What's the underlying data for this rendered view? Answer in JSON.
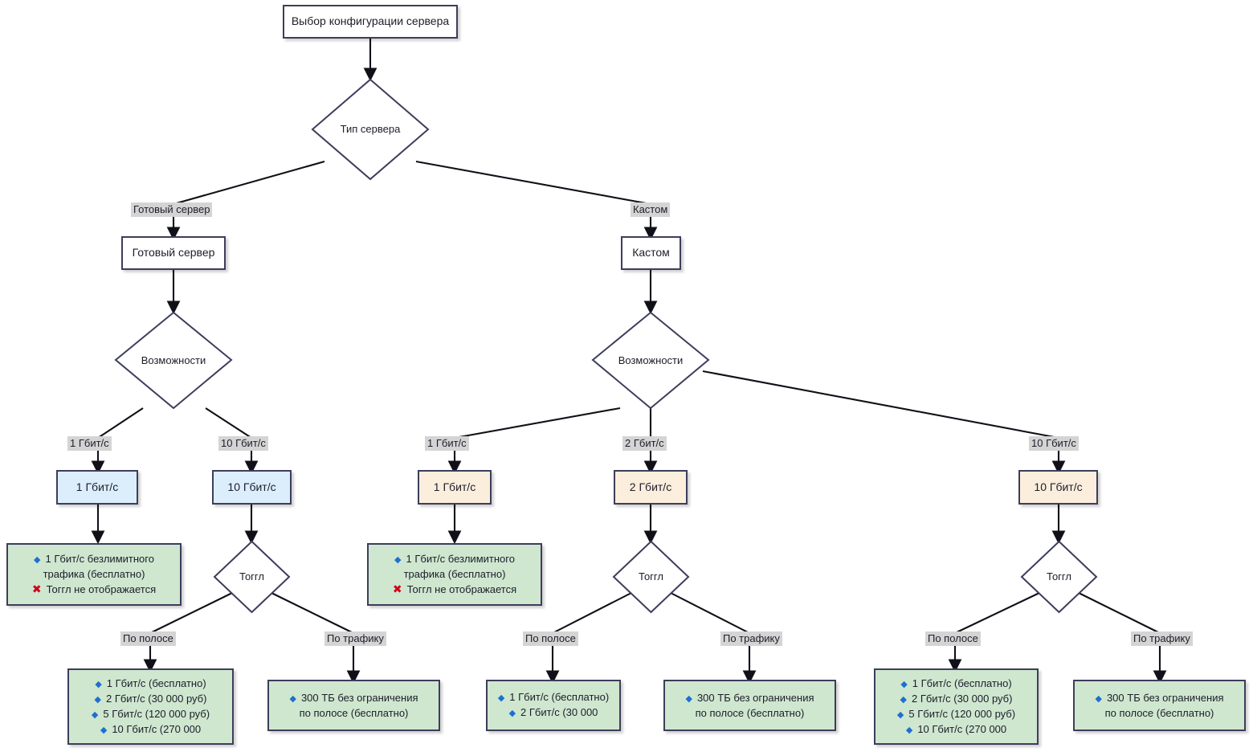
{
  "diagram": {
    "title": "Выбор конфигурации сервера",
    "colors": {
      "border": "#3d3d5c",
      "blue_fill": "#dceefb",
      "orange_fill": "#fbeedc",
      "green_fill": "#cfe7cf",
      "edge_label_bg": "#d4d4d4",
      "bullet_blue": "#1f6fd0",
      "cross_red": "#d0021b"
    },
    "nodes": {
      "root": "Выбор конфигурации сервера",
      "server_type": "Тип сервера",
      "ready_label": "Готовый сервер",
      "ready_box": "Готовый сервер",
      "custom_label": "Кастом",
      "custom_box": "Кастом",
      "capabilities_left": "Возможности",
      "capabilities_right": "Возможности",
      "ready_1g_label": "1 Гбит/с",
      "ready_1g_box": "1 Гбит/с",
      "ready_10g_label": "10 Гбит/с",
      "ready_10g_box": "10 Гбит/с",
      "custom_1g_label": "1 Гбит/с",
      "custom_1g_box": "1 Гбит/с",
      "custom_2g_label": "2 Гбит/с",
      "custom_2g_box": "2 Гбит/с",
      "custom_10g_label": "10 Гбит/с",
      "custom_10g_box": "10 Гбит/с",
      "toggle_ready": "Тоггл",
      "toggle_custom2": "Тоггл",
      "toggle_custom10": "Тоггл",
      "by_band_1": "По полосе",
      "by_traffic_1": "По трафику",
      "by_band_2": "По полосе",
      "by_traffic_2": "По трафику",
      "by_band_3": "По полосе",
      "by_traffic_3": "По трафику"
    },
    "results": {
      "ready_1g": [
        {
          "icon": "diamond",
          "text": "1 Гбит/с безлимитного"
        },
        {
          "icon": "none",
          "text": "трафика (бесплатно)"
        },
        {
          "icon": "cross",
          "text": "Тоггл не отображается"
        }
      ],
      "custom_1g": [
        {
          "icon": "diamond",
          "text": "1 Гбит/с безлимитного"
        },
        {
          "icon": "none",
          "text": "трафика (бесплатно)"
        },
        {
          "icon": "cross",
          "text": "Тоггл не отображается"
        }
      ],
      "ready_10g_band": [
        {
          "icon": "diamond",
          "text": "1 Гбит/с (бесплатно)"
        },
        {
          "icon": "diamond",
          "text": "2 Гбит/с (30 000 руб)"
        },
        {
          "icon": "diamond",
          "text": "5 Гбит/с (120 000 руб)"
        },
        {
          "icon": "diamond",
          "text": "10 Гбит/с (270 000"
        }
      ],
      "ready_10g_traffic": [
        {
          "icon": "diamond",
          "text": "300 ТБ без ограничения"
        },
        {
          "icon": "none",
          "text": "по полосе (бесплатно)"
        }
      ],
      "custom_2g_band": [
        {
          "icon": "diamond",
          "text": "1 Гбит/с (бесплатно)"
        },
        {
          "icon": "diamond",
          "text": "2 Гбит/с (30 000"
        }
      ],
      "custom_2g_traffic": [
        {
          "icon": "diamond",
          "text": "300 ТБ без ограничения"
        },
        {
          "icon": "none",
          "text": "по полосе (бесплатно)"
        }
      ],
      "custom_10g_band": [
        {
          "icon": "diamond",
          "text": "1 Гбит/с (бесплатно)"
        },
        {
          "icon": "diamond",
          "text": "2 Гбит/с (30 000 руб)"
        },
        {
          "icon": "diamond",
          "text": "5 Гбит/с (120 000 руб)"
        },
        {
          "icon": "diamond",
          "text": "10 Гбит/с (270 000"
        }
      ],
      "custom_10g_traffic": [
        {
          "icon": "diamond",
          "text": "300 ТБ без ограничения"
        },
        {
          "icon": "none",
          "text": "по полосе (бесплатно)"
        }
      ]
    }
  }
}
